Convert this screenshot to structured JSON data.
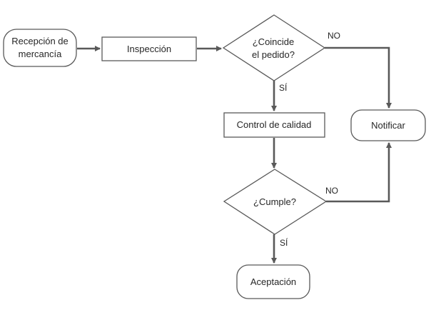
{
  "nodes": {
    "recepcion": {
      "line1": "Recepción de",
      "line2": "mercancía"
    },
    "inspeccion": {
      "label": "Inspección"
    },
    "coincide": {
      "line1": "¿Coincide",
      "line2": "el pedido?"
    },
    "control": {
      "label": "Control de calidad"
    },
    "notificar": {
      "label": "Notificar"
    },
    "cumple": {
      "label": "¿Cumple?"
    },
    "aceptacion": {
      "label": "Aceptación"
    }
  },
  "edges": {
    "coincide_no": "NO",
    "coincide_si": "SÍ",
    "cumple_no": "NO",
    "cumple_si": "SÍ"
  },
  "colors": {
    "line": "#595959",
    "text": "#262626",
    "fill": "#ffffff"
  }
}
